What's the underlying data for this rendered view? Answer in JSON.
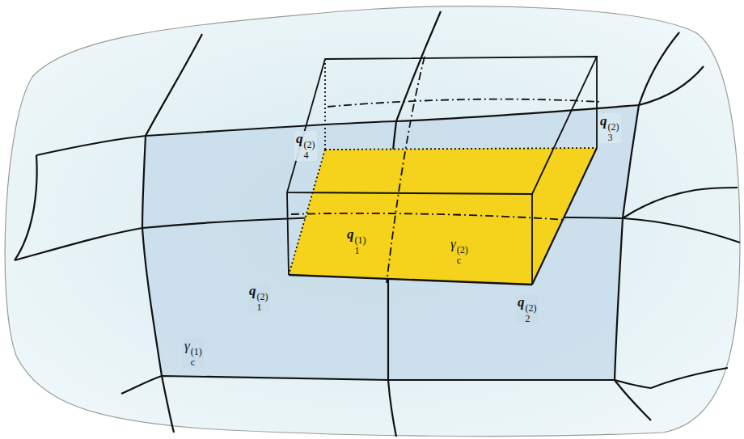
{
  "diagram": {
    "labels": [
      "q4(2)",
      "q3(2)",
      "q1(1)",
      "γc(2)",
      "q1(2)",
      "q2(2)",
      "γc(1)"
    ]
  }
}
